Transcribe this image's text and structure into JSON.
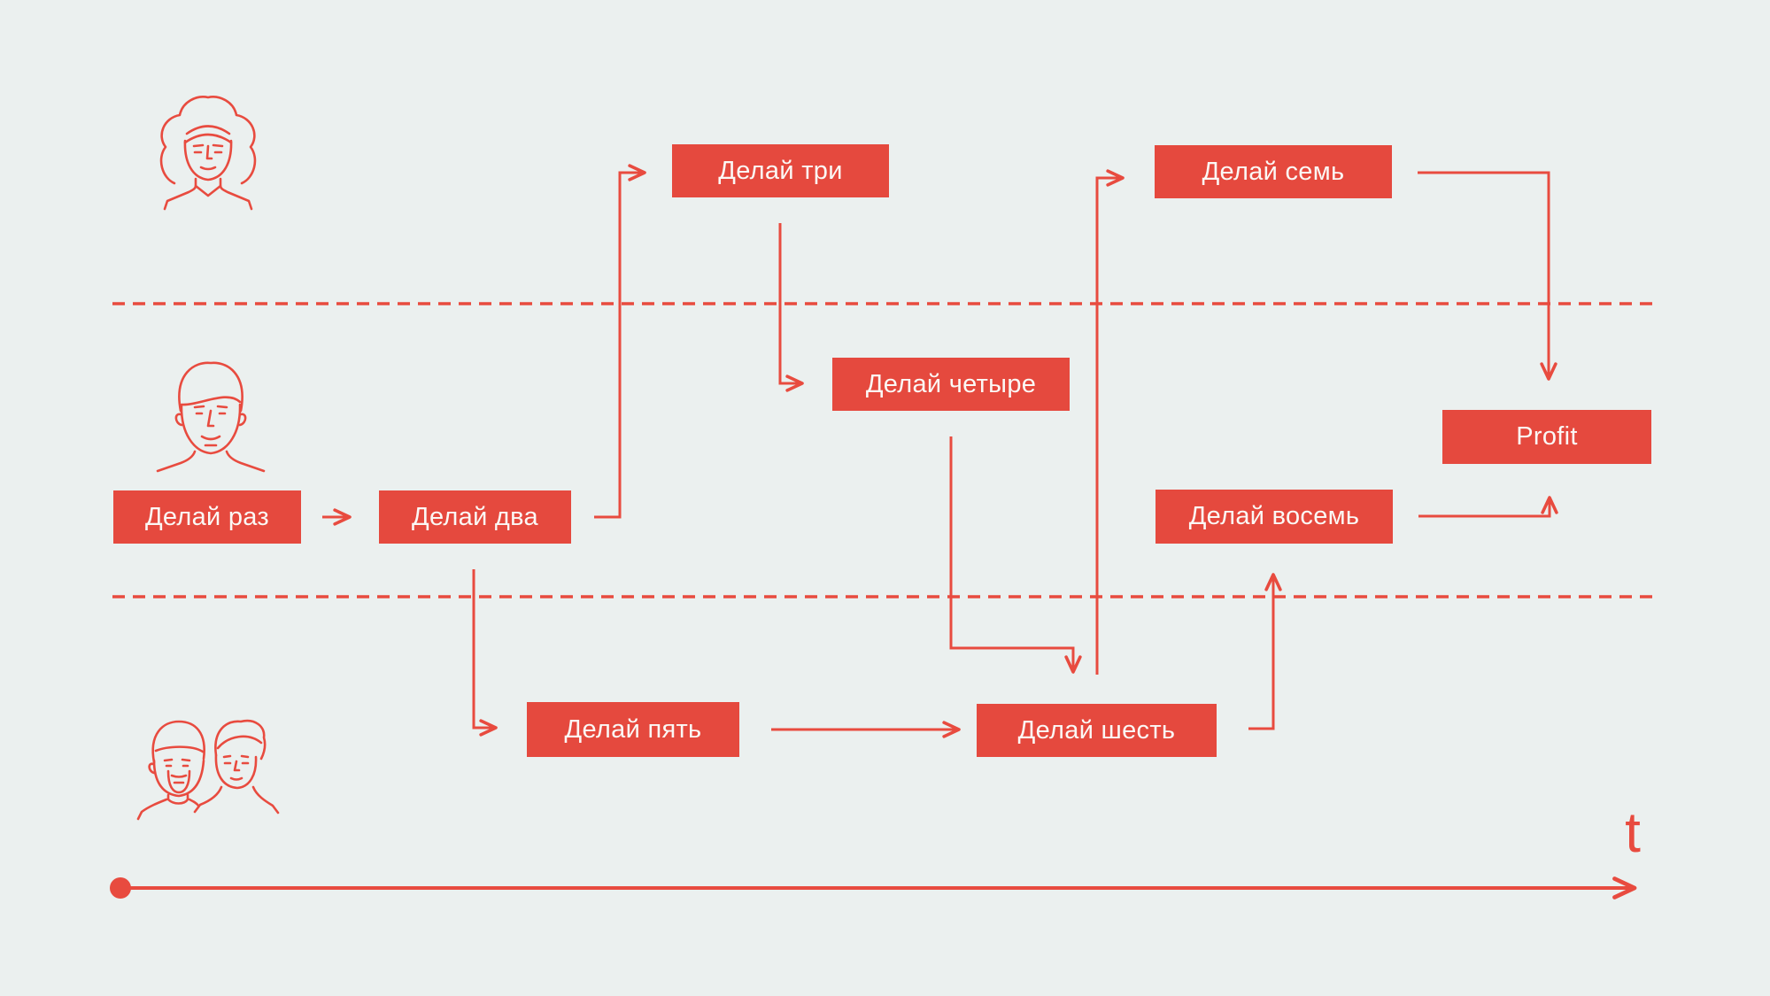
{
  "palette": {
    "red": "#e84b3f",
    "box": "#e5493e",
    "bg": "#ebf0ef",
    "text": "#fbf8f5"
  },
  "lanes": [
    {
      "name": "lane-1",
      "icon": "woman-icon"
    },
    {
      "name": "lane-2",
      "icon": "man-icon"
    },
    {
      "name": "lane-3",
      "icon": "couple-icon"
    }
  ],
  "nodes": [
    {
      "id": "step-1",
      "label": "Делай раз"
    },
    {
      "id": "step-2",
      "label": "Делай два"
    },
    {
      "id": "step-3",
      "label": "Делай три"
    },
    {
      "id": "step-4",
      "label": "Делай четыре"
    },
    {
      "id": "step-5",
      "label": "Делай пять"
    },
    {
      "id": "step-6",
      "label": "Делай шесть"
    },
    {
      "id": "step-7",
      "label": "Делай семь"
    },
    {
      "id": "step-8",
      "label": "Делай восемь"
    },
    {
      "id": "profit",
      "label": "Profit"
    }
  ],
  "timeline": {
    "axis_label": "t"
  }
}
